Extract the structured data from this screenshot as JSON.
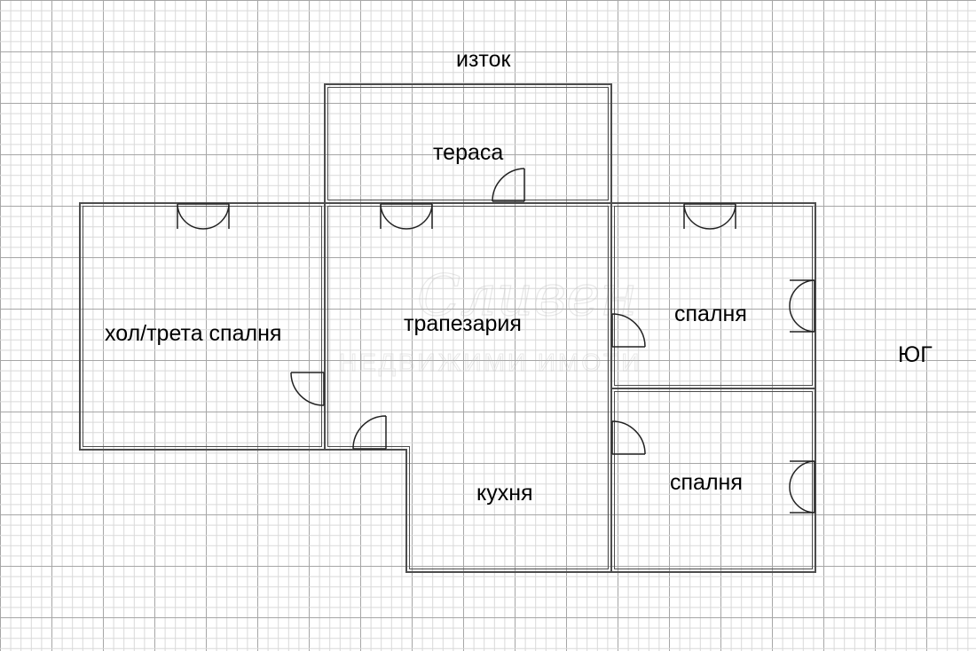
{
  "directions": {
    "north_top": "изток",
    "right_side": "ЮГ"
  },
  "rooms": {
    "terrace": "тераса",
    "hall": "хол/трета спалня",
    "dining": "трапезария",
    "bedroom_top": "спалня",
    "bedroom_bottom": "спалня",
    "kitchen": "кухня"
  },
  "watermark": {
    "script": "Сливен",
    "caption": "НЕДВИЖИМИ ИМОТИ"
  },
  "colors": {
    "background": "#ffffff",
    "grid_minor": "#d9d9d9",
    "grid_major": "#a6a6a6",
    "wall": "#555555",
    "text": "#000000"
  }
}
